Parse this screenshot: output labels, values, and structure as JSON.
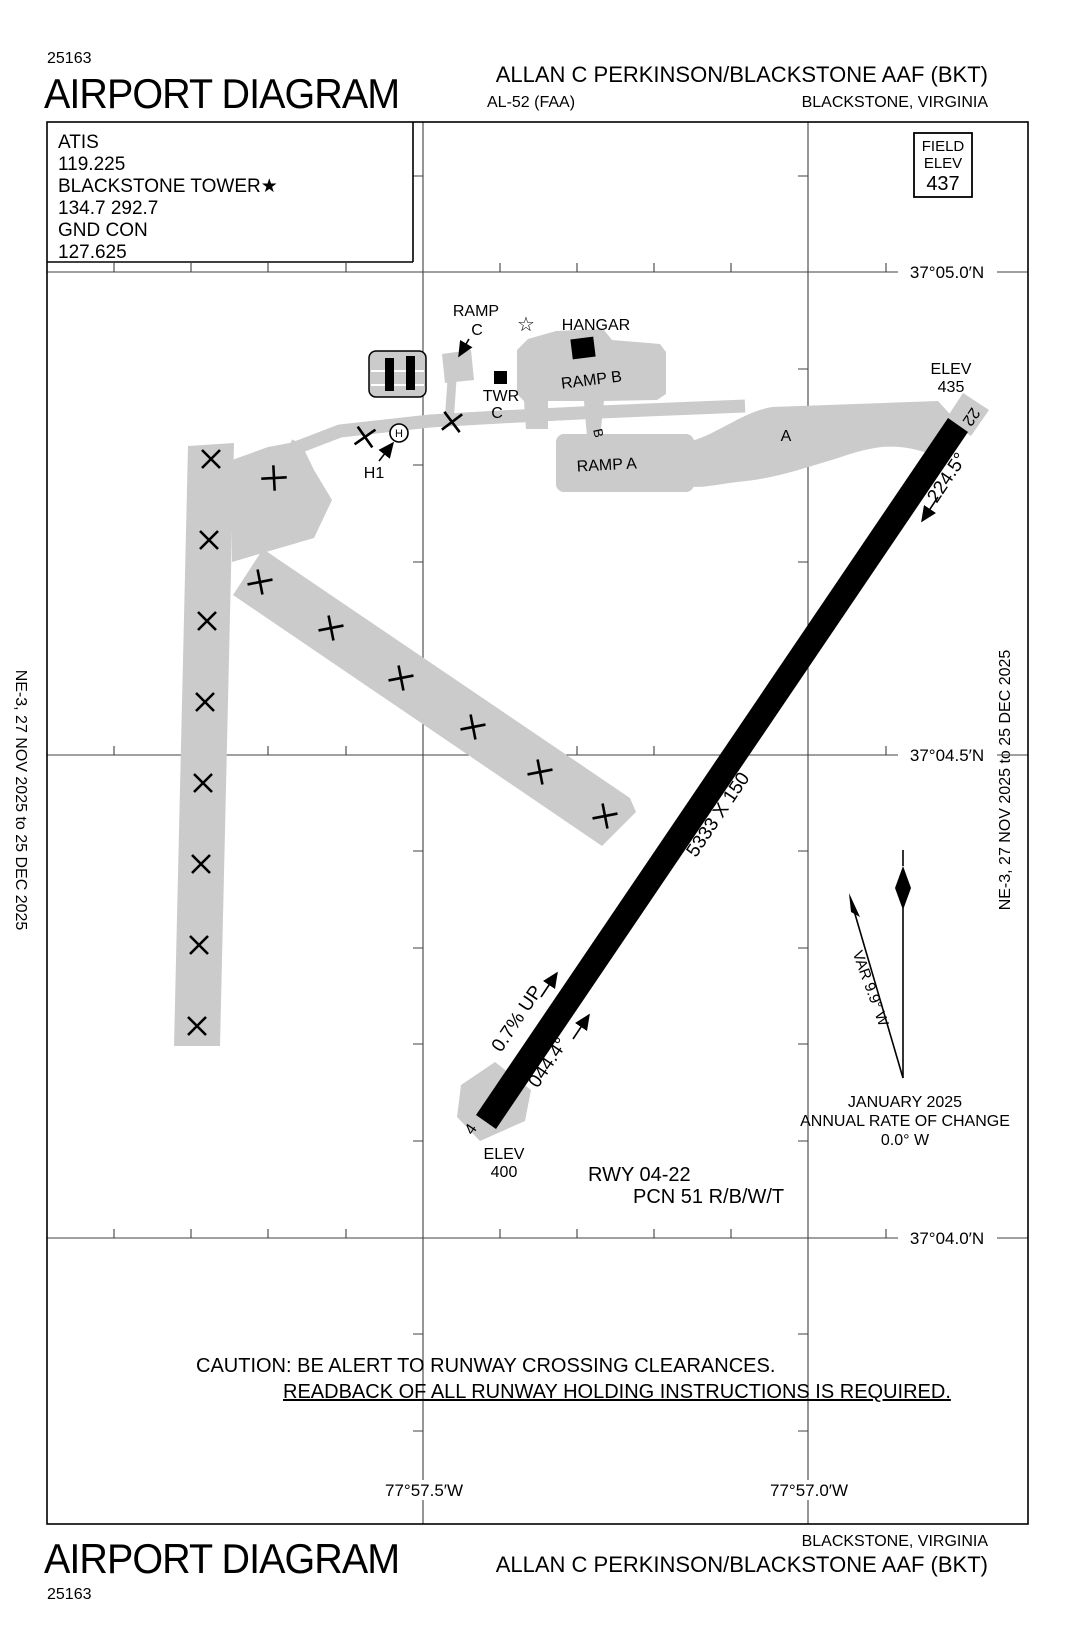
{
  "page": {
    "chart_number": "25163",
    "title": "AIRPORT DIAGRAM",
    "airport": "ALLAN C PERKINSON/BLACKSTONE AAF (BKT)",
    "procedure": "AL-52 (FAA)",
    "city": "BLACKSTONE, VIRGINIA",
    "edition": "NE-3,  27 NOV 2025  to  25 DEC 2025"
  },
  "comm": {
    "l1": "ATIS",
    "l2": "119.225",
    "l3": "BLACKSTONE TOWER★",
    "l4": "134.7  292.7",
    "l5": "GND CON",
    "l6": "127.625"
  },
  "field_elev": {
    "l1": "FIELD",
    "l2": "ELEV",
    "value": "437"
  },
  "grid": {
    "lat1": "37°05.0′N",
    "lat2": "37°04.5′N",
    "lat3": "37°04.0′N",
    "lon1": "77°57.5′W",
    "lon2": "77°57.0′W"
  },
  "runway": {
    "num04": "4",
    "num22": "22",
    "size": "5333 X 150",
    "hdg04": "044.4°",
    "hdg22": "224.5°",
    "grade": "0.7% UP",
    "elev_label": "ELEV",
    "elev04": "400",
    "elev22": "435",
    "info1": "RWY 04-22",
    "info2": "PCN 51 R/B/W/T"
  },
  "labels": {
    "ramp": "RAMP",
    "c": "C",
    "ramp_b": "RAMP B",
    "ramp_a": "RAMP A",
    "hangar": "HANGAR",
    "twr": "TWR",
    "a": "A",
    "b": "B",
    "h1": "H1",
    "h": "H",
    "beacon": "☆"
  },
  "magvar": {
    "var": "VAR 9.9° W",
    "date": "JANUARY 2025",
    "line2": "ANNUAL RATE OF CHANGE",
    "value": "0.0° W"
  },
  "caution": {
    "line1": "CAUTION: BE ALERT TO RUNWAY CROSSING CLEARANCES.",
    "line2": "READBACK OF ALL RUNWAY HOLDING INSTRUCTIONS IS REQUIRED."
  },
  "colors": {
    "pavement": "#cbcbcb",
    "ink": "#000000",
    "grid": "#404040"
  }
}
